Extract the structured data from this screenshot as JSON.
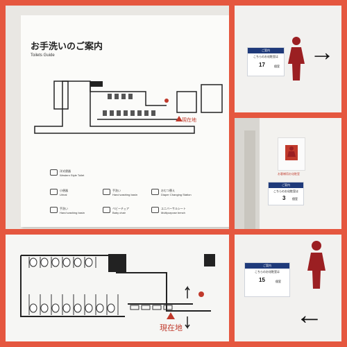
{
  "guide_board": {
    "title": "お手洗いのご案内",
    "subtitle": "Toilets Guide",
    "you_are_here": "現在地",
    "legend": [
      {
        "icon": "western-toilet-icon",
        "label": "洋式便器",
        "sub": "Western Style Toilet"
      },
      {
        "icon": "urinal-icon",
        "label": "小便器",
        "sub": "Urinal"
      },
      {
        "icon": "hand-wash-icon",
        "label": "手洗い",
        "sub": "Hand washing basin"
      },
      {
        "icon": "diaper-station-icon",
        "label": "おむつ替え",
        "sub": "Diaper Changing Station"
      },
      {
        "icon": "sink-icon",
        "label": "手洗い",
        "sub": "Hand washing basin"
      },
      {
        "icon": "baby-chair-icon",
        "label": "ベビーチェア",
        "sub": "Baby chair"
      },
      {
        "icon": "universal-sheet-icon",
        "label": "ユニバーサルシート",
        "sub": "Multipurpose bench"
      }
    ]
  },
  "sign_right": {
    "header": "ご案内",
    "line1": "こちらのお化粧室は",
    "count": "17",
    "unit": "個室",
    "arrow": "→"
  },
  "sign_middle": {
    "plate_text": "お客様用お化粧室",
    "header": "ご案内",
    "line1": "こちらのお化粧室は",
    "count": "3",
    "unit": "個室"
  },
  "floor_plan_photo": {
    "you_are_here": "現在地"
  },
  "sign_left": {
    "header": "ご案内",
    "line1": "こちらのお化粧室は",
    "count": "15",
    "unit": "個室",
    "arrow": "←"
  },
  "colors": {
    "border": "#e5573f",
    "pictogram": "#9b1f22",
    "sign_header": "#1f3a7a",
    "here_marker": "#c0392b"
  }
}
